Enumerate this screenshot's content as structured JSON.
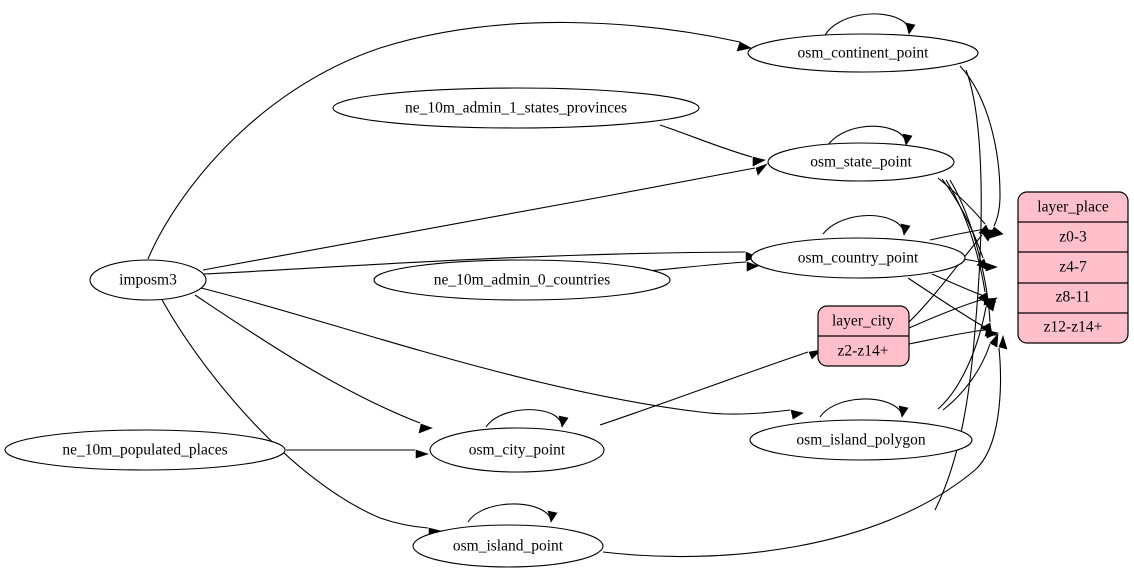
{
  "diagram": {
    "type": "directed-graph",
    "title": "",
    "background_color": "#ffffff",
    "node_fill_default": "#ffffff",
    "record_fill_color": "#ffc0cb",
    "stroke_color": "#000000"
  },
  "nodes": {
    "imposm3": {
      "label": "imposm3",
      "shape": "ellipse"
    },
    "ne_states": {
      "label": "ne_10m_admin_1_states_provinces",
      "shape": "ellipse"
    },
    "ne_countries": {
      "label": "ne_10m_admin_0_countries",
      "shape": "ellipse"
    },
    "ne_populated": {
      "label": "ne_10m_populated_places",
      "shape": "ellipse"
    },
    "osm_continent_point": {
      "label": "osm_continent_point",
      "shape": "ellipse"
    },
    "osm_state_point": {
      "label": "osm_state_point",
      "shape": "ellipse"
    },
    "osm_country_point": {
      "label": "osm_country_point",
      "shape": "ellipse"
    },
    "osm_city_point": {
      "label": "osm_city_point",
      "shape": "ellipse"
    },
    "osm_island_point": {
      "label": "osm_island_point",
      "shape": "ellipse"
    },
    "osm_island_polygon": {
      "label": "osm_island_polygon",
      "shape": "ellipse"
    }
  },
  "records": {
    "layer_place": {
      "title": "layer_place",
      "rows": [
        "z0-3",
        "z4-7",
        "z8-11",
        "z12-z14+"
      ],
      "fill": "#ffc0cb"
    },
    "layer_city": {
      "title": "layer_city",
      "rows": [
        "z2-z14+"
      ],
      "fill": "#ffc0cb"
    }
  },
  "edges": [
    {
      "from": "imposm3",
      "to": "osm_continent_point"
    },
    {
      "from": "imposm3",
      "to": "osm_state_point"
    },
    {
      "from": "imposm3",
      "to": "osm_country_point"
    },
    {
      "from": "imposm3",
      "to": "osm_city_point"
    },
    {
      "from": "imposm3",
      "to": "osm_island_point"
    },
    {
      "from": "imposm3",
      "to": "osm_island_polygon"
    },
    {
      "from": "ne_states",
      "to": "osm_state_point"
    },
    {
      "from": "ne_countries",
      "to": "osm_country_point"
    },
    {
      "from": "ne_populated",
      "to": "osm_city_point"
    },
    {
      "from": "osm_continent_point",
      "to": "osm_continent_point"
    },
    {
      "from": "osm_state_point",
      "to": "osm_state_point"
    },
    {
      "from": "osm_country_point",
      "to": "osm_country_point"
    },
    {
      "from": "osm_city_point",
      "to": "osm_city_point"
    },
    {
      "from": "osm_island_point",
      "to": "osm_island_point"
    },
    {
      "from": "osm_island_polygon",
      "to": "osm_island_polygon"
    },
    {
      "from": "osm_continent_point",
      "to": "layer_place.z0-3"
    },
    {
      "from": "osm_state_point",
      "to": "layer_place.z4-7"
    },
    {
      "from": "osm_state_point",
      "to": "layer_place.z8-11"
    },
    {
      "from": "osm_state_point",
      "to": "layer_place.z12-z14+"
    },
    {
      "from": "osm_country_point",
      "to": "layer_place.z0-3"
    },
    {
      "from": "osm_country_point",
      "to": "layer_place.z4-7"
    },
    {
      "from": "osm_country_point",
      "to": "layer_place.z8-11"
    },
    {
      "from": "osm_country_point",
      "to": "layer_place.z12-z14+"
    },
    {
      "from": "layer_city",
      "to": "layer_place.z0-3"
    },
    {
      "from": "layer_city",
      "to": "layer_place.z12-z14+"
    },
    {
      "from": "osm_island_polygon",
      "to": "layer_place.z8-11"
    },
    {
      "from": "osm_island_polygon",
      "to": "layer_place.z12-z14+"
    },
    {
      "from": "osm_island_point",
      "to": "layer_place.z12-z14+"
    },
    {
      "from": "osm_city_point",
      "to": "layer_city.z2-z14+"
    }
  ]
}
